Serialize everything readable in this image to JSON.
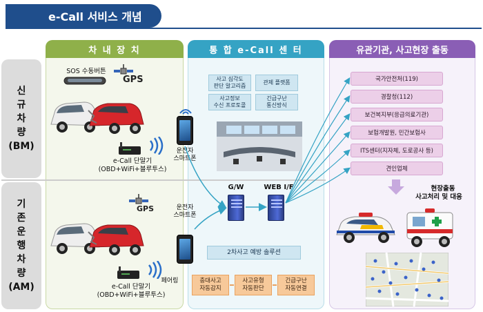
{
  "title": "e-Call 서비스 개념",
  "columns": {
    "vehicle": "차 내 장 치",
    "center": "통 합 e-Call 센 터",
    "agencies": "유관기관, 사고현장 출동"
  },
  "side": {
    "bm": [
      "신",
      "규",
      "차",
      "량",
      "(BM)"
    ],
    "am": [
      "기",
      "존",
      "운",
      "행",
      "차",
      "량",
      "(AM)"
    ]
  },
  "vehicle": {
    "sos_button": "SOS 수동버튼",
    "gps_top": "GPS",
    "gps_bottom": "GPS",
    "terminal_top_1": "e-Call 단말기",
    "terminal_top_2": "(OBD+WiFi+블루투스)",
    "terminal_bottom_1": "e-Call 단말기",
    "terminal_bottom_2": "(OBD+WiFi+블루투스)",
    "pairing": "페어링",
    "phone_top_1": "운전자",
    "phone_top_2": "스마트폰",
    "phone_bottom_1": "운전자",
    "phone_bottom_2": "스마트폰"
  },
  "center": {
    "boxes": [
      [
        "사고 심각도",
        "판단 알고리즘"
      ],
      [
        "관제 플랫폼"
      ],
      [
        "사고정보",
        "수신 프로토콜"
      ],
      [
        "긴급구난",
        "통신방식"
      ]
    ],
    "gw": "G/W",
    "web": "WEB I/F",
    "secondary": "2차사고 예방 솔루션",
    "flow": [
      [
        "충대사고",
        "자동감지"
      ],
      [
        "사고유형",
        "자동판단"
      ],
      [
        "긴급구난",
        "자동연결"
      ]
    ]
  },
  "agencies": {
    "orgs": [
      "국가안전처(119)",
      "경찰청(112)",
      "보건복지부(응급의료기관)",
      "보험개발원, 민간보험사",
      "ITS센터(지자체, 도로공사 등)",
      "견인업체"
    ],
    "dispatch_1": "현장출동",
    "dispatch_2": "사고처리 및 대응"
  },
  "colors": {
    "title": "#1f4e8c",
    "vehicle": "#8fb04a",
    "center": "#35a3c4",
    "agencies": "#8a5eb5",
    "arrow": "#35a3c4"
  }
}
